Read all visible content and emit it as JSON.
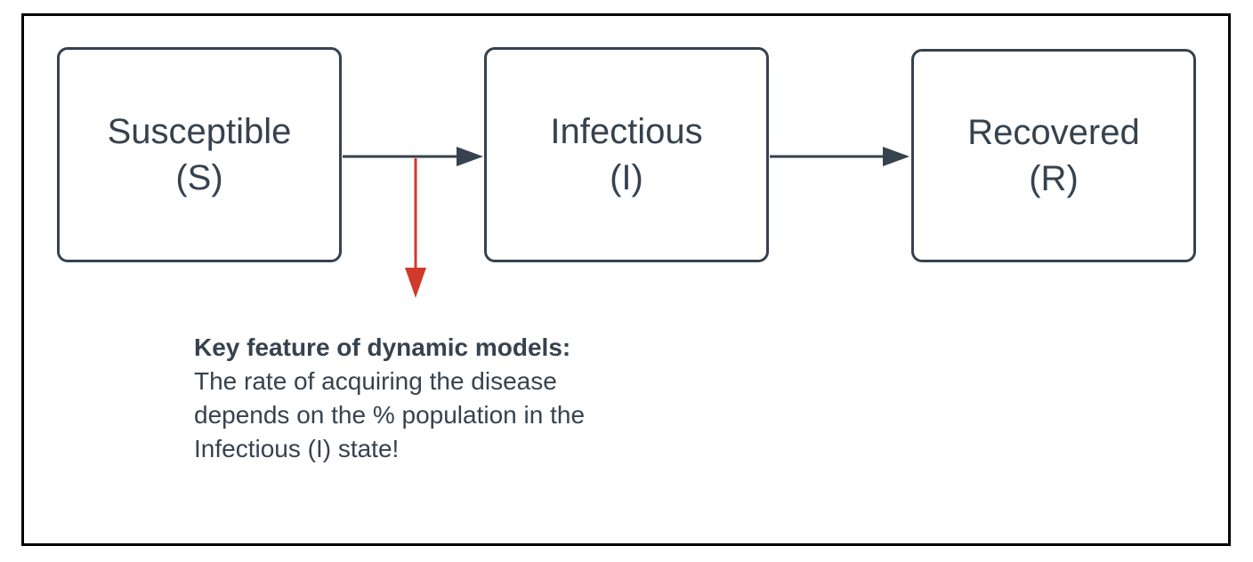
{
  "nodes": [
    {
      "title": "Susceptible",
      "symbol": "(S)"
    },
    {
      "title": "Infectious",
      "symbol": "(I)"
    },
    {
      "title": "Recovered",
      "symbol": "(R)"
    }
  ],
  "annotation": {
    "heading": "Key feature of dynamic models:",
    "lines": [
      "The rate of acquiring the disease",
      "depends on the % population in the",
      "Infectious (I) state!"
    ]
  },
  "colors": {
    "node_border": "#36424E",
    "text": "#36424E",
    "connector": "#36424E",
    "highlight_arrow": "#D0392B",
    "frame_border": "#000000",
    "background": "#FFFFFF"
  }
}
